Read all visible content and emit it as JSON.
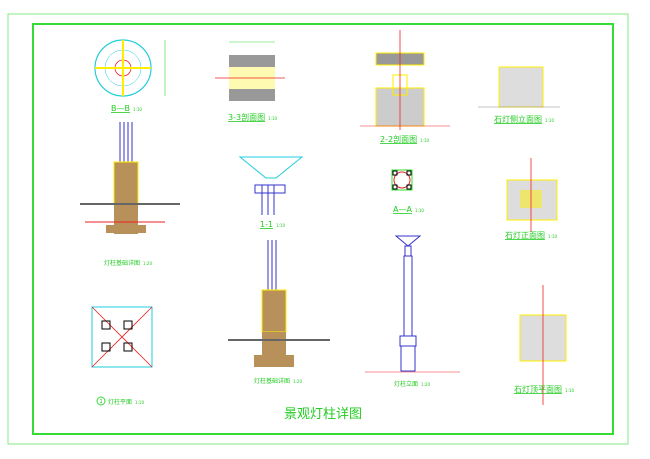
{
  "title": "景观灯柱详图",
  "views": {
    "bb": {
      "label": "B—B",
      "scale": "1:10"
    },
    "s33": {
      "label": "3-3剖面图",
      "scale": "1:10"
    },
    "s22": {
      "label": "2-2剖面图",
      "scale": "1:10"
    },
    "side": {
      "label": "石灯侧立面图",
      "scale": "1:10"
    },
    "found1": {
      "label": "灯柱基础详图",
      "scale": "1:20"
    },
    "s11": {
      "label": "1-1",
      "scale": "1:10"
    },
    "aa": {
      "label": "A—A",
      "scale": "1:10"
    },
    "front": {
      "label": "石灯正面图",
      "scale": "1:10"
    },
    "plan": {
      "label": "灯柱平面",
      "scale": "1:10",
      "marker": "1"
    },
    "found2": {
      "label": "灯柱基础详图",
      "scale": "1:20"
    },
    "elev": {
      "label": "灯柱立面",
      "scale": "1:20"
    },
    "top": {
      "label": "石灯顶平面图",
      "scale": "1:10"
    }
  },
  "colors": {
    "frame": "#33dd33",
    "line": "#3333cc",
    "yellow": "#ffee00",
    "red": "#ee2222",
    "cyan": "#22ccdd"
  }
}
